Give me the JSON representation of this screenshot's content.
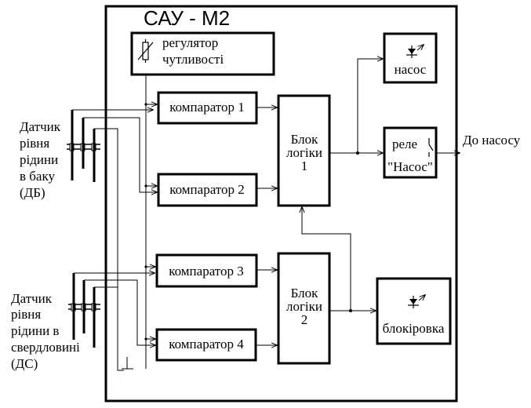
{
  "title": "САУ - М2",
  "regulator": {
    "line1": "регулятор",
    "line2": "чутливості"
  },
  "comparators": [
    "компаратор 1",
    "компаратор 2",
    "компаратор 3",
    "компаратор 4"
  ],
  "logic1": {
    "line1": "Блок",
    "line2": "логіки",
    "line3": "1"
  },
  "logic2": {
    "line1": "Блок",
    "line2": "логіки",
    "line3": "2"
  },
  "pump_indicator": {
    "label": "насос"
  },
  "relay": {
    "line1": "реле",
    "line2": "\"Насос\""
  },
  "blocking": {
    "label": "блокіровка"
  },
  "output_label": "До насосу",
  "sensor_tank": {
    "lines": [
      "Датчик",
      "рівня",
      "рідини",
      "в баку",
      "(ДБ)"
    ]
  },
  "sensor_well": {
    "lines": [
      "Датчик",
      "рівня",
      "рідини в",
      "свердловині",
      "(ДС)"
    ]
  }
}
